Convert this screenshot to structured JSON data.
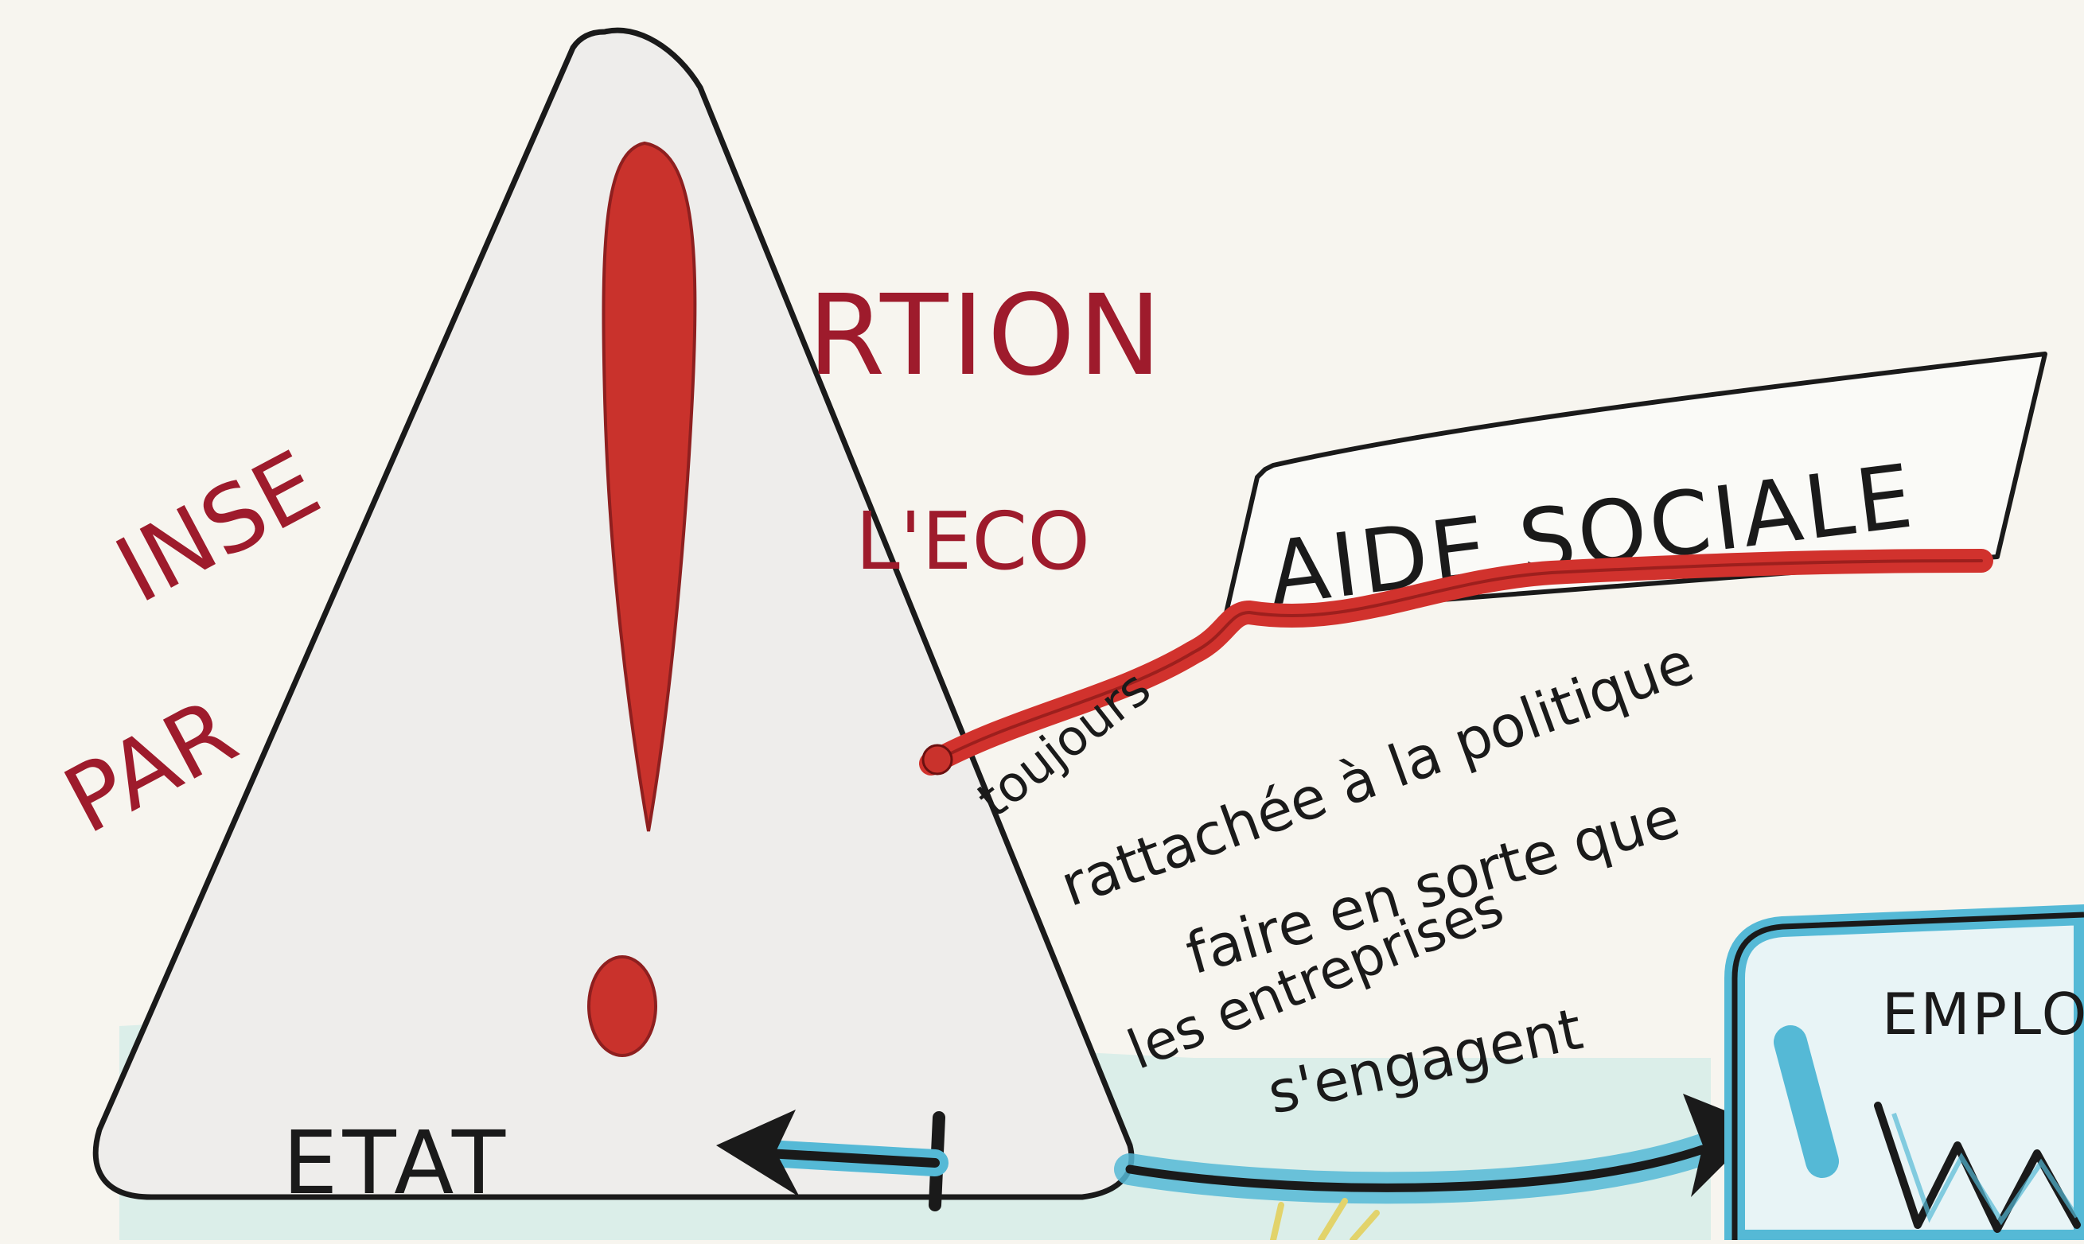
{
  "sketch": {
    "title_fragments": {
      "inse": "INSE",
      "rtion": "RTION",
      "par": "PAR",
      "eco": "L'ECO"
    },
    "triangle_label": "ETAT",
    "banner_label": "AIDE SOCIALE",
    "notes": {
      "line1": "toujours",
      "line2": "rattachée à la politique",
      "line3": "faire en sorte que",
      "line4": "les entreprises",
      "line5": "s'engagent"
    },
    "right_box_label": "EMPLO"
  },
  "colors": {
    "background": "#f7f5ef",
    "ink": "#1a1a1a",
    "red_ink": "#9e1b2c",
    "red_marker": "#d1322d",
    "blue_marker": "#55b9d6",
    "teal_wash": "#cfe9e6"
  }
}
